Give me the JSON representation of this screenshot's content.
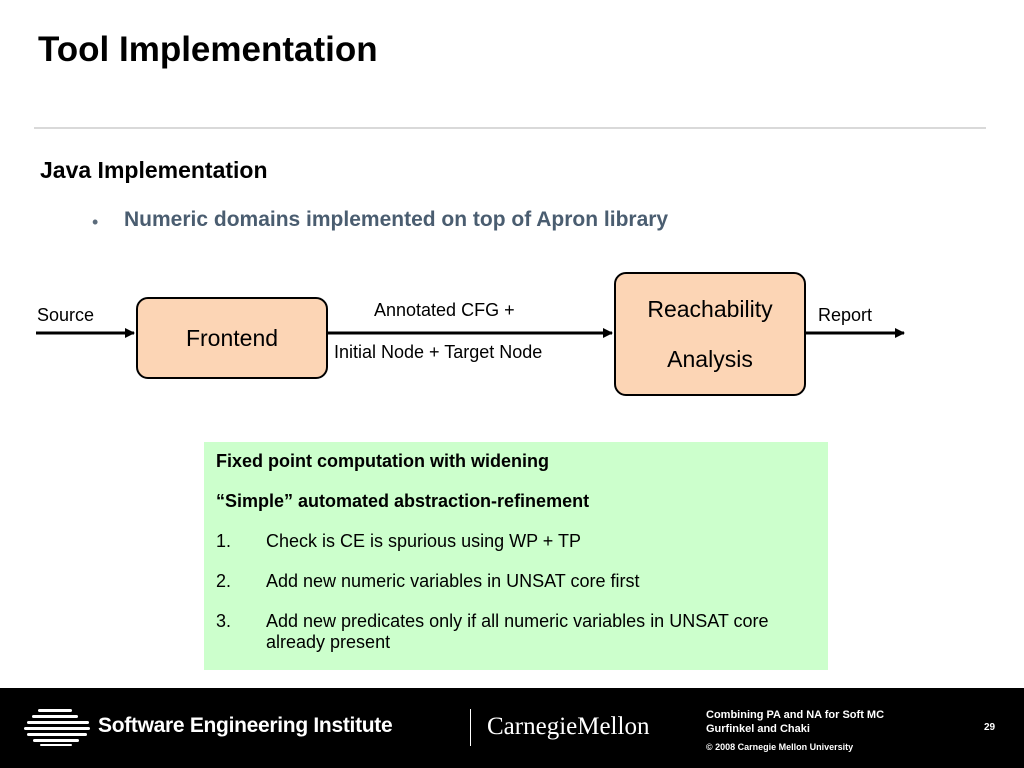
{
  "slide": {
    "title": "Tool Implementation",
    "subtitle": "Java Implementation",
    "bullet": "Numeric domains implemented on top of Apron library"
  },
  "diagram": {
    "source_label": "Source",
    "frontend_label": "Frontend",
    "edge_label_line1": "Annotated CFG +",
    "edge_label_line2": "Initial Node + Target Node",
    "reachability_line1": "Reachability",
    "reachability_line2": "Analysis",
    "report_label": "Report",
    "box_fill": "#fcd5b5"
  },
  "note": {
    "background": "#ccffcc",
    "heading1": "Fixed point computation with widening",
    "heading2": "“Simple” automated abstraction-refinement",
    "items": [
      {
        "num": "1.",
        "text": "Check is CE is spurious using WP + TP"
      },
      {
        "num": "2.",
        "text": "Add new numeric variables in UNSAT core first"
      },
      {
        "num": "3.",
        "text": "Add new predicates only if all numeric variables in UNSAT core already present"
      }
    ]
  },
  "footer": {
    "institute": "Software Engineering Institute",
    "university": "CarnegieMellon",
    "talk_title": "Combining PA and NA for Soft MC",
    "authors": "Gurfinkel and Chaki",
    "copyright": "© 2008 Carnegie Mellon University",
    "page_number": "29",
    "logo_icon": "sei-globe-logo-icon"
  }
}
